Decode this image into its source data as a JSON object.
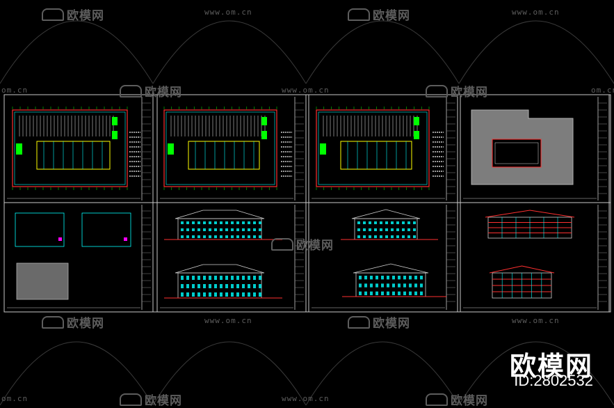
{
  "watermark": {
    "brand": "欧模网",
    "url": "www.om.cn",
    "url_partial": "om.cn"
  },
  "corner_badge": {
    "brand": "欧模网",
    "id": "ID:2802532"
  },
  "colors": {
    "background": "#000000",
    "frame": "#c8c8c8",
    "cyan": "#00ffff",
    "green": "#00ff00",
    "red": "#ff3030",
    "magenta": "#ff00ff",
    "yellow": "#ffff00",
    "watermark": "#5d5d5d"
  }
}
